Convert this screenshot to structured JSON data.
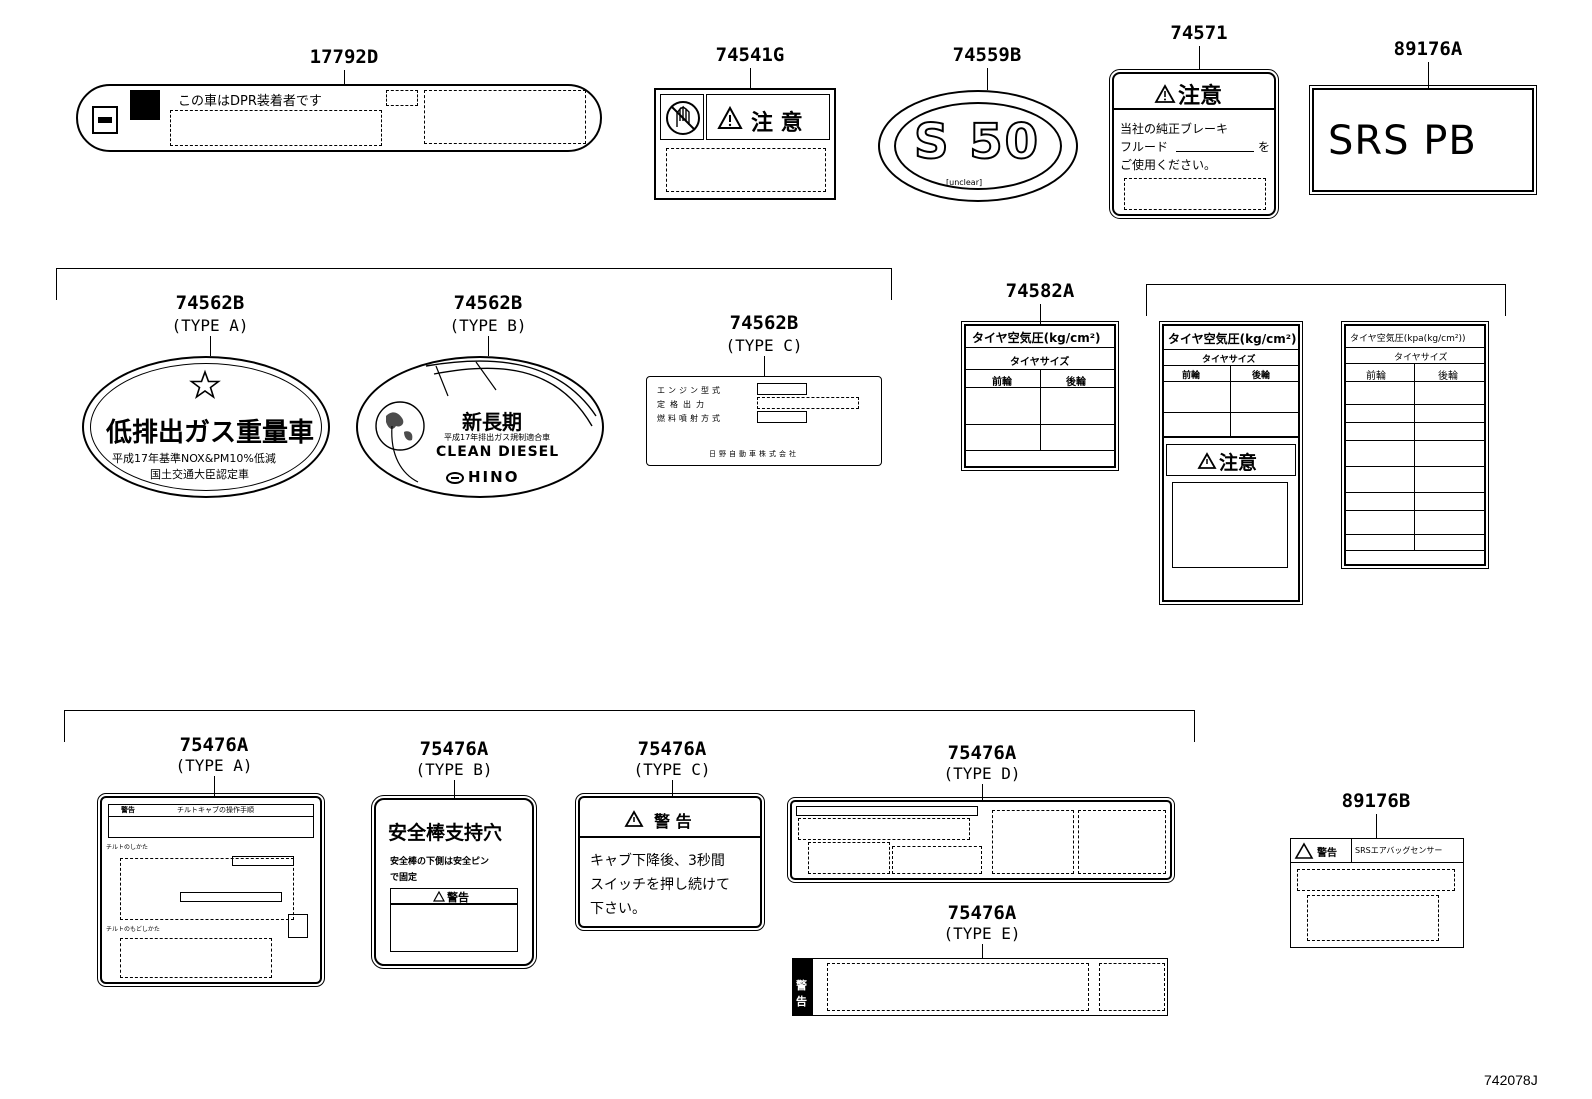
{
  "parts": {
    "p17792d": "17792D",
    "p74541g": "74541G",
    "p74559b": "74559B",
    "p74571": "74571",
    "p89176a": "89176A",
    "p74562b_a": "74562B",
    "p74562b_b": "74562B",
    "p74562b_c": "74562B",
    "p74582a": "74582A",
    "p75476a_a": "75476A",
    "p75476a_b": "75476A",
    "p75476a_c": "75476A",
    "p75476a_d": "75476A",
    "p75476a_e": "75476A",
    "p89176b": "89176B"
  },
  "types": {
    "t74562b_a": "(TYPE A)",
    "t74562b_b": "(TYPE B)",
    "t74562b_c": "(TYPE C)",
    "t75476a_a": "(TYPE A)",
    "t75476a_b": "(TYPE B)",
    "t75476a_c": "(TYPE C)",
    "t75476a_d": "(TYPE D)",
    "t75476a_e": "(TYPE E)"
  },
  "labels": {
    "dpr_text": "この車はDPR装着者です",
    "caution_74541g": "注 意",
    "s50": "S 50",
    "s50_small": "[unclear]",
    "caution_74571": "注意",
    "brake_line1": "当社の純正ブレーキ",
    "brake_line2": "フルード",
    "brake_line2b": "を",
    "brake_line3": "ご使用ください。",
    "srs_pb": "SRS PB",
    "low_emission": "低排出ガス重量車",
    "low_emission_sub1": "平成17年基準NOX&PM10%低減",
    "low_emission_sub2": "国土交通大臣認定車",
    "new_long_term": "新長期",
    "new_long_term_sub": "平成17年排出ガス規制適合車",
    "clean_diesel": "CLEAN DIESEL",
    "hino": "HINO",
    "engine_row1": "エンジン型式",
    "engine_row2": "定格出力",
    "engine_row3": "燃料噴射方式",
    "engine_footer": "日野自動車株式会社",
    "tire_title": "タイヤ空気圧(kg/cm²)",
    "tire_size": "タイヤサイズ",
    "front": "前輪",
    "rear": "後輪",
    "tire_title_kpa": "タイヤ空気圧(kpa(kg/cm²))",
    "caution_tire": "注意",
    "tilt_header_warn": "警告",
    "tilt_header": "チルトキャブの操作手順",
    "tilt_sub1": "チルトのしかた",
    "tilt_sub2": "チルトのもどしかた",
    "safety_bar": "安全棒支持穴",
    "safety_bar_sub1": "安全棒の下側は安全ピン",
    "safety_bar_sub2": "で固定",
    "warning_b": "警告",
    "warning_c": "警  告",
    "cab_line1": "キャブ下降後、3秒間",
    "cab_line2": "スイッチを押し続けて",
    "cab_line3": "下さい。",
    "warn_e1": "警",
    "warn_e2": "告",
    "srs_warn": "警告",
    "srs_sensor": "SRSエアバッグセンサー"
  },
  "figure_id": "742078J"
}
